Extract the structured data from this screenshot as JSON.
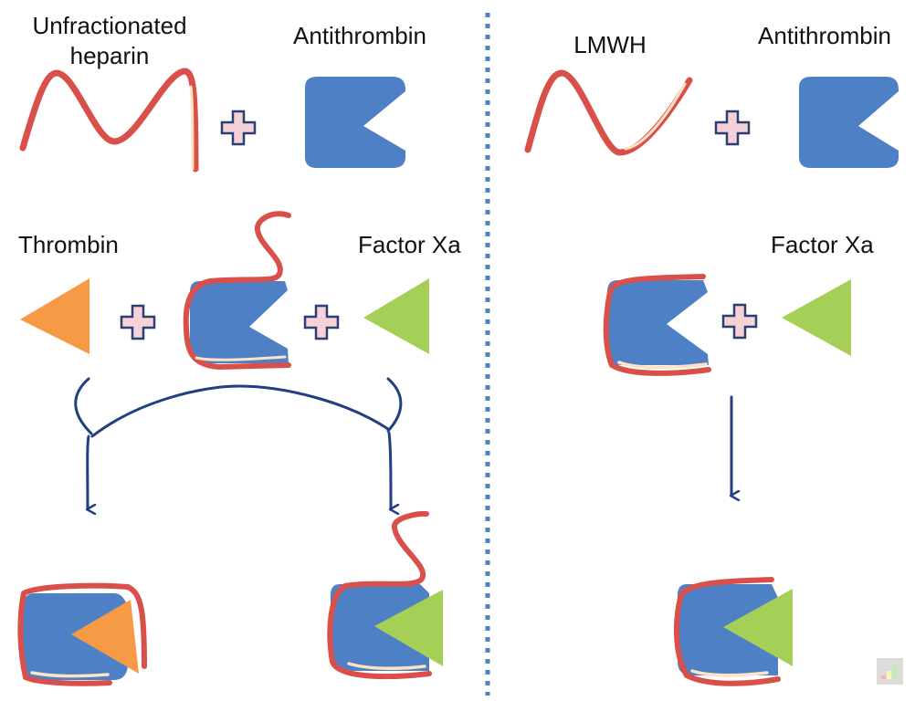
{
  "colors": {
    "heparin": "#d9504a",
    "heparin_highlight": "#fbe3c4",
    "antithrombin": "#4e80c5",
    "thrombin": "#f79a45",
    "factor_xa": "#a6cf57",
    "plus_fill": "#f7d1d8",
    "plus_stroke": "#2a4070",
    "arrow": "#233f80",
    "divider": "#4e80c5"
  },
  "left_panel": {
    "heparin_label_line1": "Unfractionated",
    "heparin_label_line2": "heparin",
    "antithrombin_label": "Antithrombin",
    "thrombin_label": "Thrombin",
    "factor_xa_label": "Factor Xa"
  },
  "right_panel": {
    "heparin_label": "LMWH",
    "antithrombin_label": "Antithrombin",
    "factor_xa_label": "Factor Xa"
  }
}
